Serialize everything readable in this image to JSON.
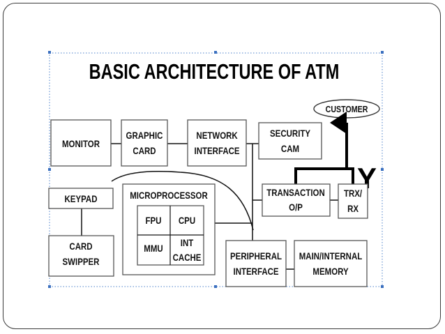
{
  "diagram": {
    "title": "BASIC ARCHITECTURE OF ATM",
    "customer": "CUSTOMER",
    "y_mark": "Y",
    "blocks": {
      "monitor": "MONITOR",
      "graphic_card": [
        "GRAPHIC",
        "CARD"
      ],
      "network_interface": [
        "NETWORK",
        "INTERFACE"
      ],
      "security_cam": [
        "SECURITY",
        "CAM"
      ],
      "keypad": "KEYPAD",
      "card_swipper": [
        "CARD",
        "SWIPPER"
      ],
      "microprocessor": "MICROPROCESSOR",
      "fpu": "FPU",
      "cpu": "CPU",
      "mmu": "MMU",
      "int_cache": [
        "INT",
        "CACHE"
      ],
      "transaction_op": [
        "TRANSACTION",
        "O/P"
      ],
      "trx_rx": [
        "TRX/",
        "RX"
      ],
      "peripheral_interface": [
        "PERIPHERAL",
        "INTERFACE"
      ],
      "main_internal_memory": [
        "MAIN/INTERNAL",
        "MEMORY"
      ]
    }
  }
}
